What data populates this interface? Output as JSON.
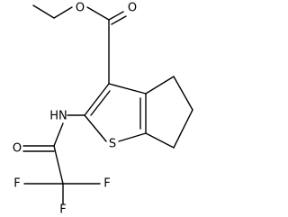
{
  "molecule": {
    "atoms": {
      "ester_carbonyl_oxygen": "O",
      "ester_ether_oxygen": "O",
      "amide_nitrogen": "HN",
      "ring_sulfur": "S",
      "amide_carbonyl_oxygen": "O",
      "fluorine_1": "F",
      "fluorine_2": "F",
      "fluorine_3": "F"
    }
  }
}
